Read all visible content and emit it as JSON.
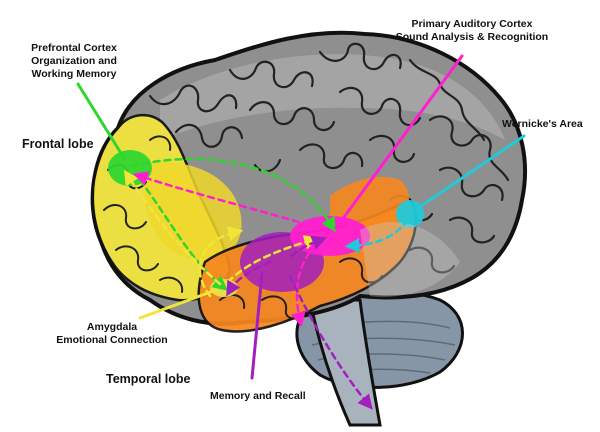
{
  "labels": {
    "prefrontal_title": "Prefrontal Cortex",
    "prefrontal_sub1": "Organization and",
    "prefrontal_sub2": "Working Memory",
    "auditory_title": "Primary Auditory Cortex",
    "auditory_sub": "Sound Analysis & Recognition",
    "wernicke": "Wernicke's Area",
    "frontal_lobe": "Frontal lobe",
    "amygdala_title": "Amygdala",
    "amygdala_sub": "Emotional Connection",
    "temporal_lobe": "Temporal lobe",
    "memory": "Memory and Recall"
  },
  "colors": {
    "prefrontal": "#2fd62f",
    "frontal": "#f4e63c",
    "temporal": "#f7871f",
    "auditory": "#ff1fd0",
    "memory": "#a21fbf",
    "wernicke": "#22c9d9",
    "brain": "#8f8f8f",
    "cerebellum": "#8a99a9"
  }
}
